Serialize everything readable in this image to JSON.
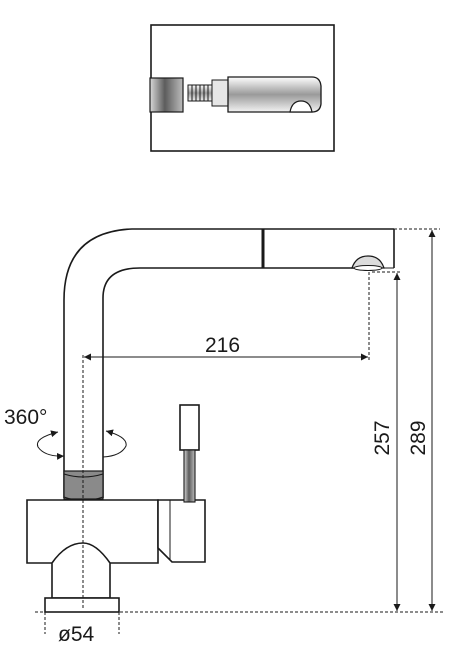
{
  "dimensions": {
    "reach": "216",
    "spout_height": "257",
    "total_height": "289",
    "rotation": "360°",
    "base_diameter": "ø54"
  },
  "colors": {
    "line": "#1a1a1a",
    "background": "#ffffff"
  }
}
